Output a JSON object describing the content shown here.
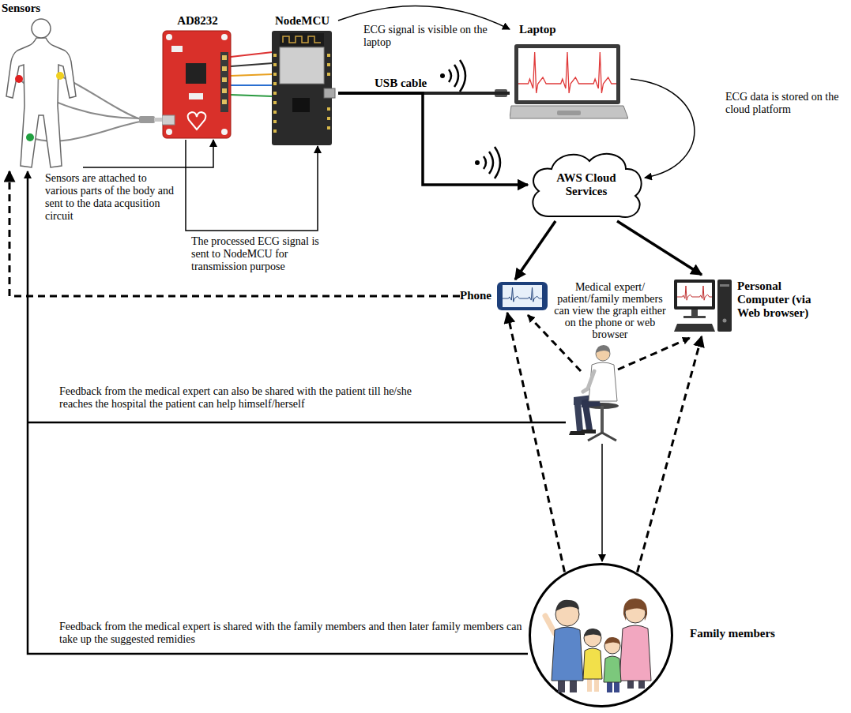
{
  "diagram": {
    "nodes": [
      {
        "text": [
          "Sensors"
        ]
      },
      {
        "text": [
          "AD8232"
        ]
      },
      {
        "text": [
          "NodeMCU"
        ]
      },
      {
        "text": [
          "Laptop"
        ]
      },
      {
        "text": [
          "AWS Cloud Services"
        ]
      },
      {
        "text": [
          "Phone"
        ]
      },
      {
        "text": [
          "Personal Computer (via Web browser)"
        ]
      },
      {
        "text": [
          "Family members"
        ]
      }
    ],
    "edges": [
      {
        "from": 0,
        "to": 1,
        "arrow": "to"
      },
      {
        "from": 1,
        "to": 2,
        "arrow": "to"
      },
      {
        "from": 2,
        "to": 3,
        "label": "ECG signal is visible on the laptop",
        "arrow": "to"
      },
      {
        "from": 2,
        "to": 3,
        "label": "USB cable",
        "arrow": "none"
      },
      {
        "from": 2,
        "to": 4,
        "arrow": "to"
      },
      {
        "from": 3,
        "to": 4,
        "label": "ECG data is stored on the cloud platform",
        "arrow": "to"
      },
      {
        "from": 4,
        "to": 5,
        "arrow": "to"
      },
      {
        "from": 4,
        "to": 6,
        "arrow": "to"
      },
      {
        "from": 5,
        "to": 0,
        "arrow": "to"
      },
      {
        "from": 7,
        "to": 5,
        "arrow": "to"
      },
      {
        "from": 7,
        "to": 6,
        "arrow": "to"
      },
      {
        "from": 7,
        "to": 0,
        "label": "Feedback from the medical expert is shared with the family members and then later family members can take up the suggested remidies",
        "arrow": "to"
      }
    ],
    "labels": [
      "Sensors are attached to various parts of the body and sent to the data acqusition circuit",
      "The processed ECG signal is sent to NodeMCU for transmission purpose",
      "Medical expert/ patient/family members can view the graph either on the phone or web browser",
      "Feedback from the medical expert can also be shared with the patient till he/she reaches the hospital the patient can help himself/herself"
    ]
  }
}
